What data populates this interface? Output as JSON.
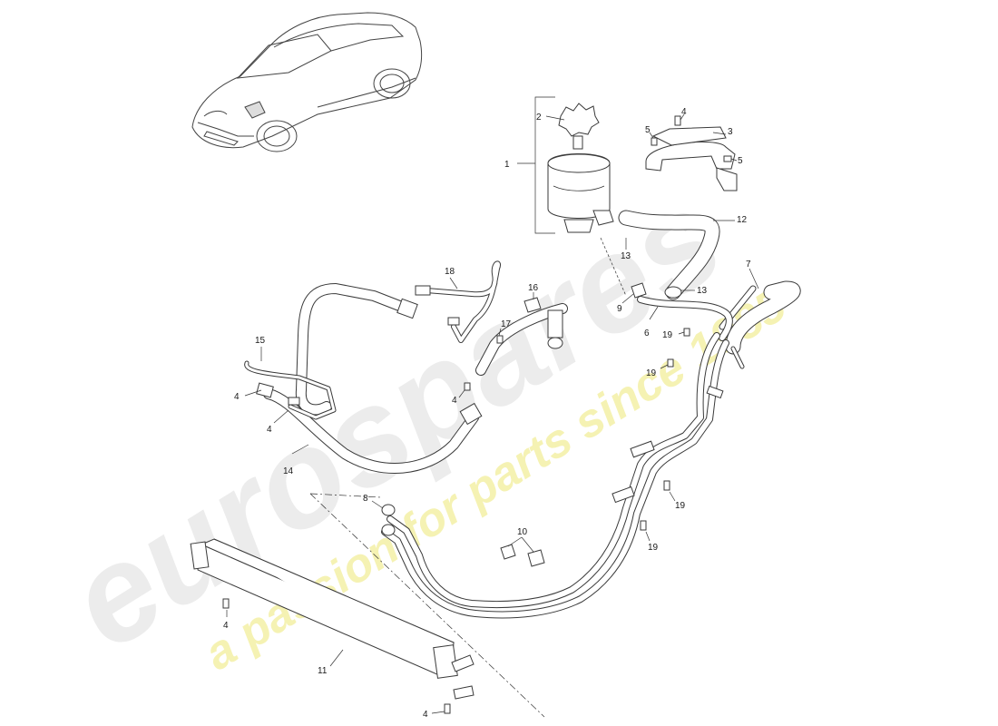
{
  "watermark": {
    "brand": "eurospares",
    "tagline": "a passion for parts since 1985",
    "brand_color": "#e6e6e6",
    "tagline_color": "#f3f0a0"
  },
  "callouts": {
    "c1": "1",
    "c2": "2",
    "c3": "3",
    "c4a": "4",
    "c5a": "5",
    "c5b": "5",
    "c12": "12",
    "c13a": "13",
    "c13b": "13",
    "c7": "7",
    "c9": "9",
    "c6": "6",
    "c19a": "19",
    "c19b": "19",
    "c19c": "19",
    "c19d": "19",
    "c18": "18",
    "c16": "16",
    "c17": "17",
    "c15": "15",
    "c4b": "4",
    "c4c": "4",
    "c4d": "4",
    "c14": "14",
    "c8": "8",
    "c10": "10",
    "c11": "11",
    "c4e": "4",
    "c4f": "4"
  },
  "colors": {
    "line": "#333333",
    "background": "#ffffff"
  }
}
